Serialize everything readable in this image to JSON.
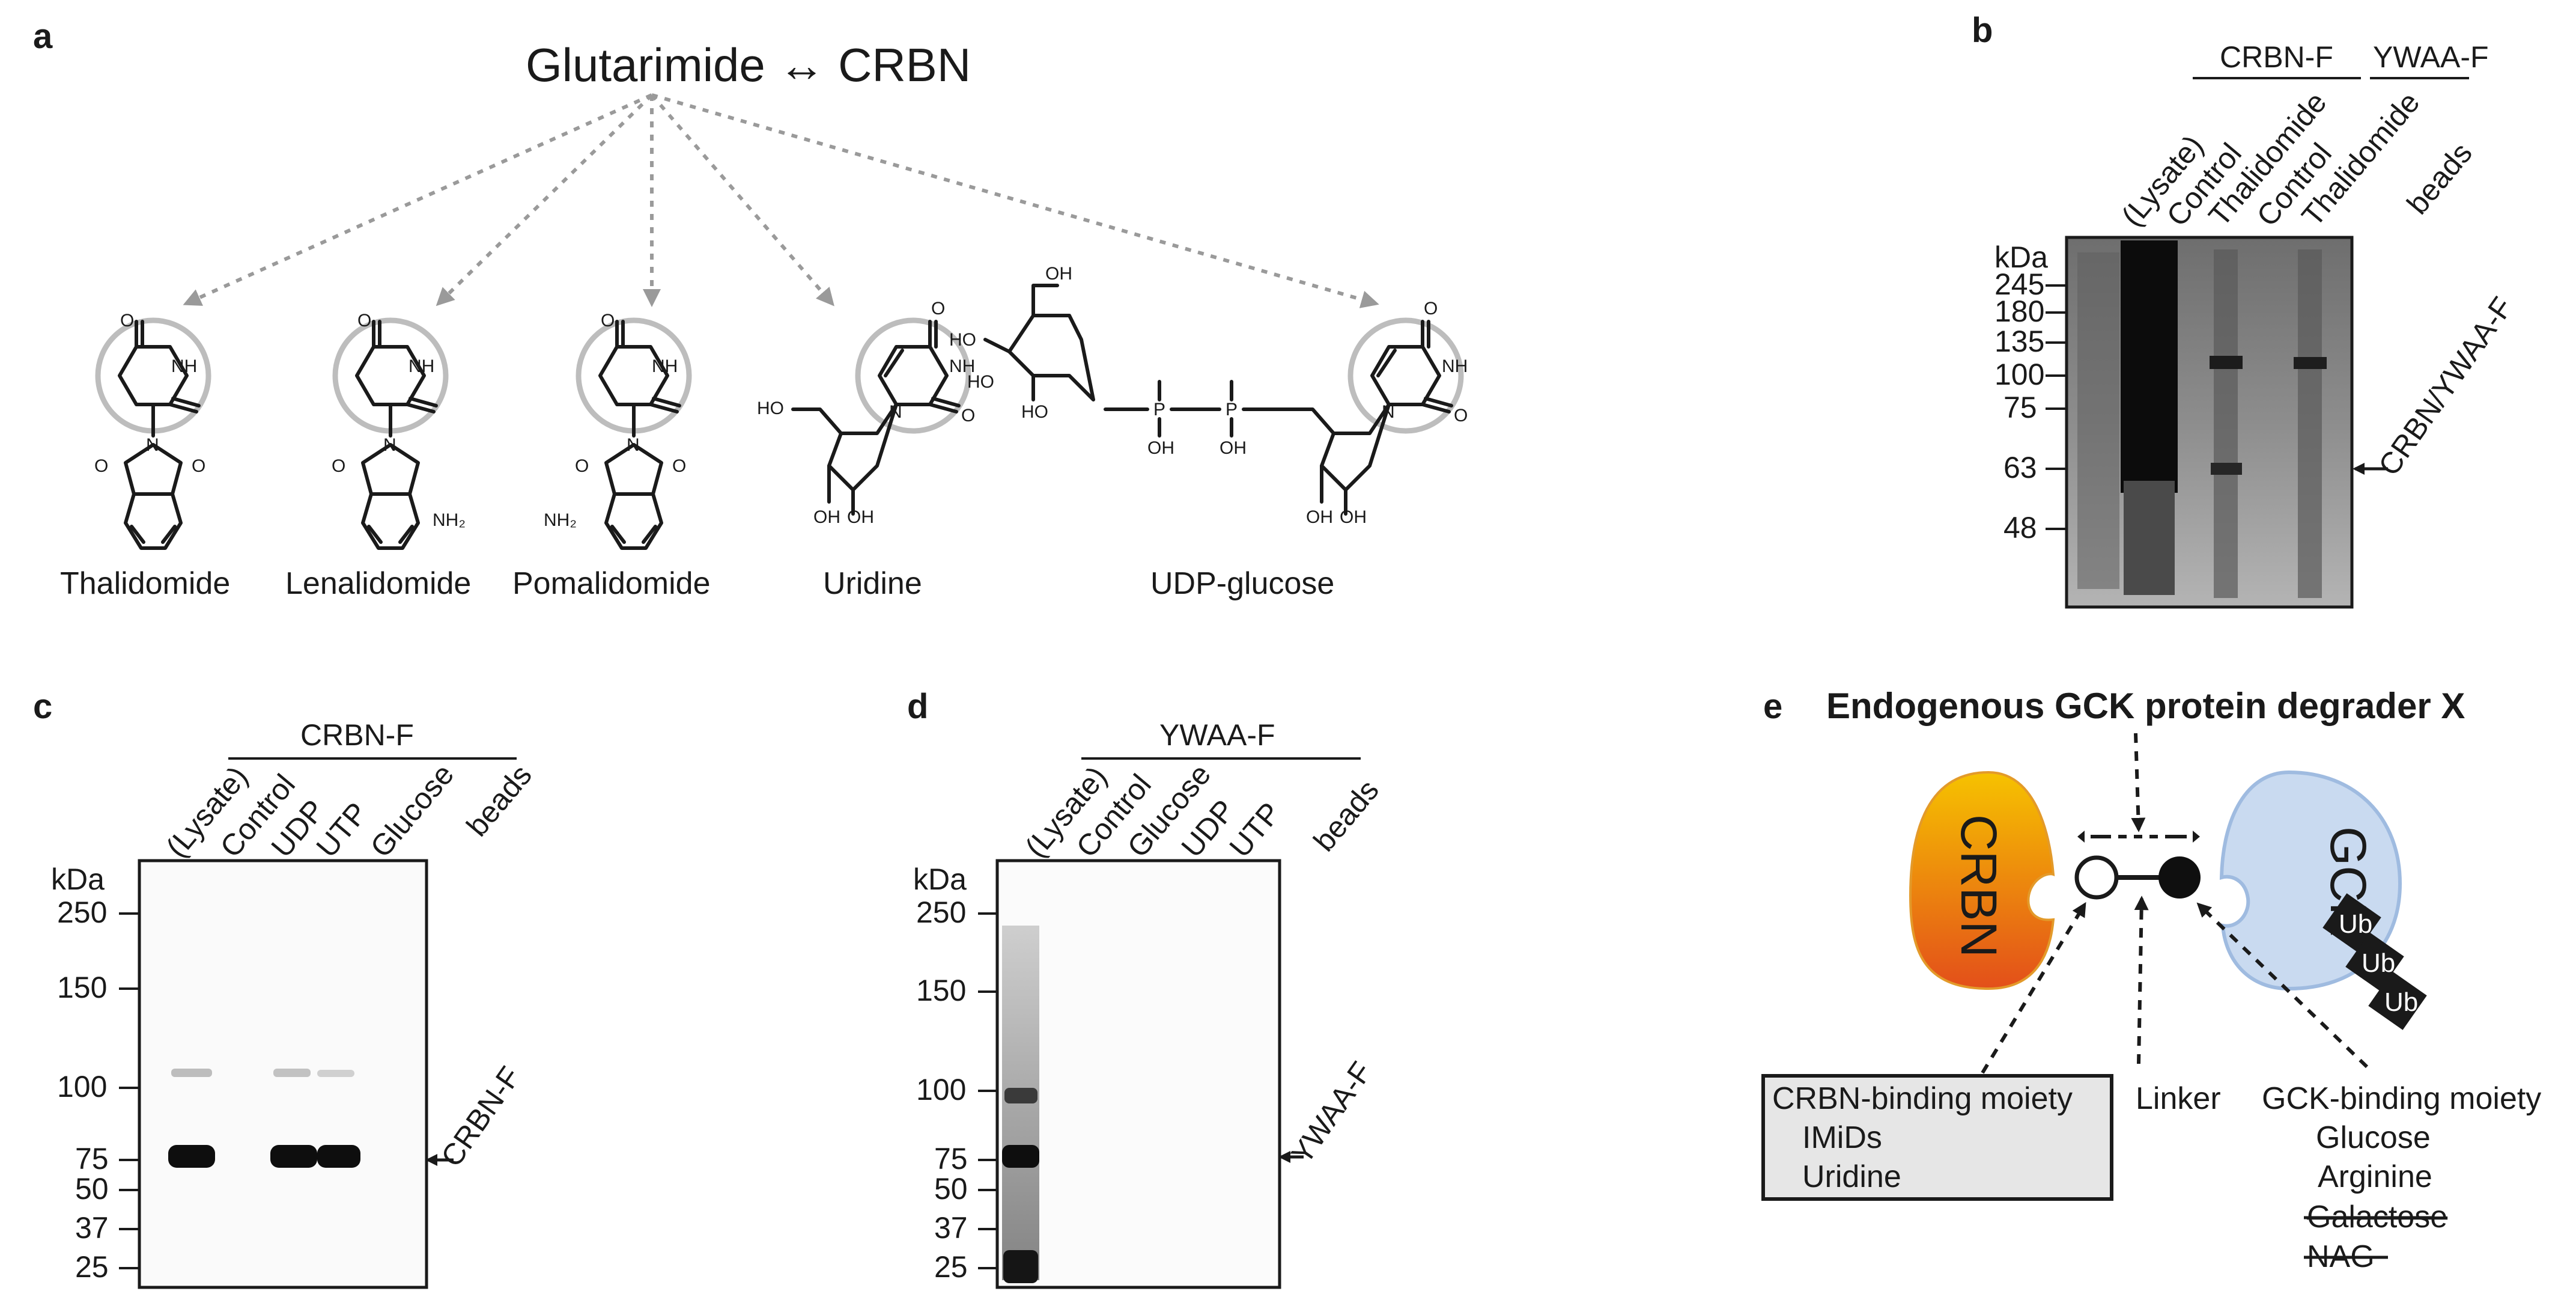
{
  "panel_a": {
    "label": "a",
    "header": "Glutarimide ↔ CRBN",
    "compounds": [
      "Thalidomide",
      "Lenalidomide",
      "Pomalidomide",
      "Uridine",
      "UDP-glucose"
    ],
    "atoms": {
      "o": "O",
      "nh": "NH",
      "n": "N",
      "nh2": "NH₂",
      "ho": "HO",
      "oh": "OH",
      "p": "P"
    }
  },
  "panel_b": {
    "label": "b",
    "group1": "CRBN-F",
    "group2": "YWAA-F",
    "lanes": [
      "(Lysate)",
      "Control",
      "Thalidomide",
      "Control",
      "Thalidomide"
    ],
    "beads": "beads",
    "kda": "kDa",
    "markers": [
      "245",
      "180",
      "135",
      "100",
      "75",
      "63",
      "48"
    ],
    "arrow_label": "CRBN/YWAA-F"
  },
  "panel_c": {
    "label": "c",
    "group": "CRBN-F",
    "lanes": [
      "(Lysate)",
      "Control",
      "UDP",
      "UTP",
      "Glucose"
    ],
    "beads": "beads",
    "kda": "kDa",
    "markers": [
      "250",
      "150",
      "100",
      "75",
      "50",
      "37",
      "25"
    ],
    "arrow_label": "CRBN-F"
  },
  "panel_d": {
    "label": "d",
    "group": "YWAA-F",
    "lanes": [
      "(Lysate)",
      "Control",
      "Glucose",
      "UDP",
      "UTP"
    ],
    "beads": "beads",
    "kda": "kDa",
    "markers": [
      "250",
      "150",
      "100",
      "75",
      "50",
      "37",
      "25"
    ],
    "arrow_label": "YWAA-F"
  },
  "panel_e": {
    "label": "e",
    "title": "Endogenous GCK protein degrader X",
    "crbn": "CRBN",
    "gck": "GCK",
    "ub": [
      "Ub",
      "Ub",
      "Ub"
    ],
    "crbn_box": {
      "title": "CRBN-binding moiety",
      "items": [
        "IMiDs",
        "Uridine"
      ]
    },
    "linker": "Linker",
    "gck_moiety": {
      "title": "GCK-binding moiety",
      "items": [
        "Glucose",
        "Arginine"
      ],
      "struck": [
        "Galactose",
        "NAG"
      ]
    },
    "colors": {
      "crbn_top": "#f6c200",
      "crbn_bottom": "#e34f1a",
      "gck": "#c9daf0",
      "gck_edge": "#9fbbe0",
      "ub": "#1a1a1a"
    }
  }
}
